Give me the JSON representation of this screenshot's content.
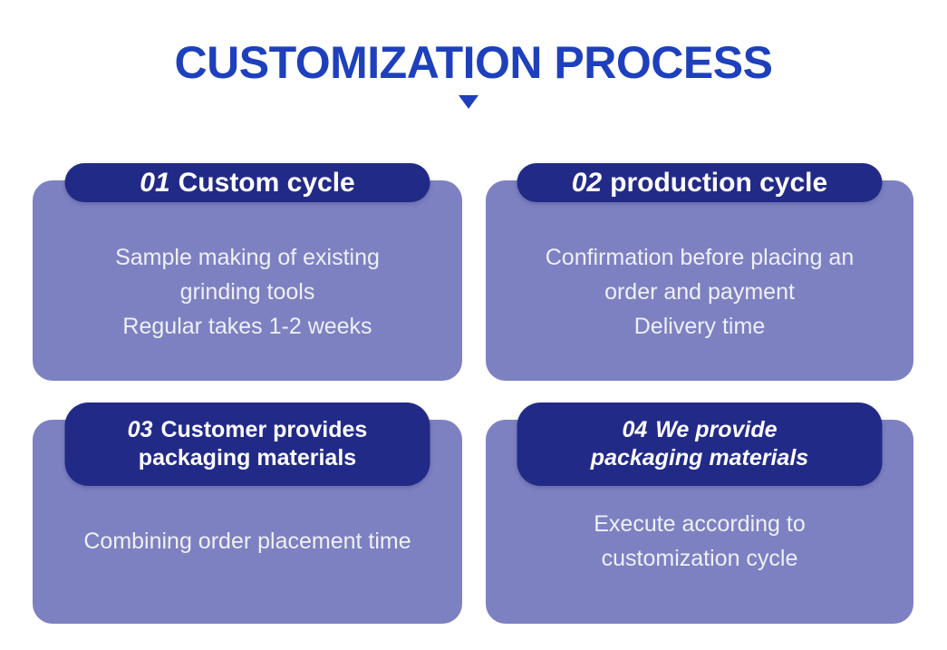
{
  "header": {
    "title": "CUSTOMIZATION PROCESS",
    "title_color": "#1e40bd",
    "arrow_icon": "triangle-down"
  },
  "colors": {
    "pill_background": "#222a88",
    "card_background": "#7d81c1",
    "card_text": "#eef0f8",
    "page_background": "#ffffff"
  },
  "cards": [
    {
      "number": "01",
      "heading_line1": "Custom cycle",
      "heading_line2": "",
      "body_lines": [
        "Sample making of existing",
        "grinding tools",
        "Regular takes 1-2 weeks"
      ]
    },
    {
      "number": "02",
      "heading_line1": "production cycle",
      "heading_line2": "",
      "body_lines": [
        "Confirmation before placing an",
        "order and payment",
        "Delivery time"
      ]
    },
    {
      "number": "03",
      "heading_line1": "Customer provides",
      "heading_line2": "packaging materials",
      "body_lines": [
        "Combining order placement time"
      ]
    },
    {
      "number": "04",
      "heading_line1": "We provide",
      "heading_line2": "packaging materials",
      "body_lines": [
        "Execute according to",
        "customization cycle"
      ]
    }
  ]
}
